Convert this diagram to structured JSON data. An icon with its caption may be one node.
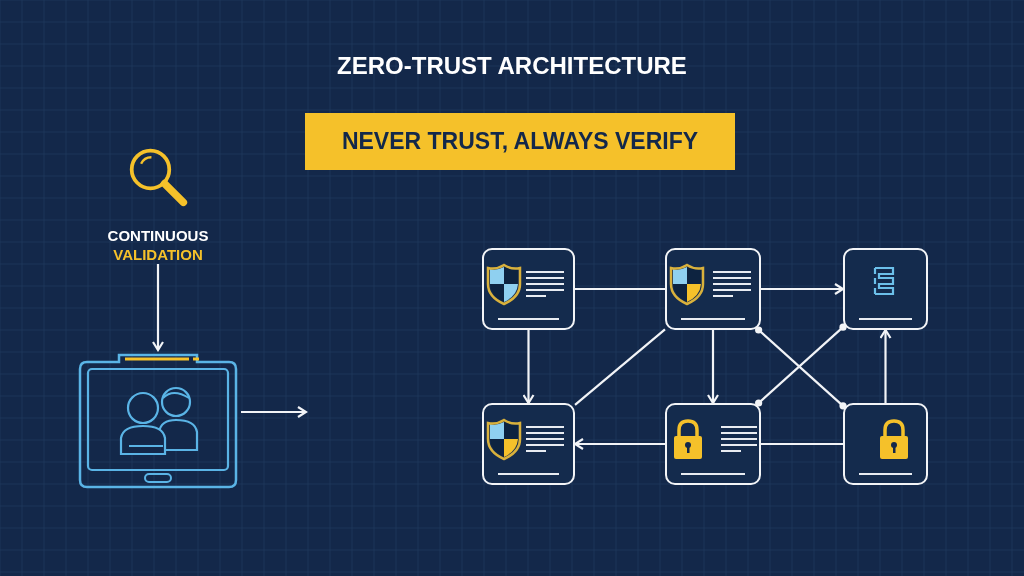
{
  "diagram": {
    "title": "ZERO-TRUST ARCHITECTURE",
    "nodes": [
      {
        "text": [
          "NEVER TRUST, ALWAYS VERIFY"
        ]
      },
      {
        "text": [
          "CONTINUOUS",
          "VALIDATION"
        ]
      },
      {
        "text": [],
        "shape": "picture"
      },
      {
        "text": [],
        "shape": "box"
      },
      {
        "text": [],
        "shape": "box"
      },
      {
        "text": [],
        "shape": "box"
      },
      {
        "text": [],
        "shape": "box"
      },
      {
        "text": [],
        "shape": "box"
      },
      {
        "text": [],
        "shape": "box"
      }
    ],
    "edges": [
      {
        "from": 1,
        "to": 2,
        "arrow": "to"
      },
      {
        "from": 2,
        "to": null,
        "arrow": "to"
      },
      {
        "from": 3,
        "to": 4,
        "arrow": "none"
      },
      {
        "from": 4,
        "to": 5,
        "arrow": "to"
      },
      {
        "from": 3,
        "to": 6,
        "arrow": "to"
      },
      {
        "from": 4,
        "to": 7,
        "arrow": "to"
      },
      {
        "from": 6,
        "to": 4,
        "arrow": "none"
      },
      {
        "from": 7,
        "to": 5,
        "arrow": "other"
      },
      {
        "from": 4,
        "to": 8,
        "arrow": "other"
      },
      {
        "from": 7,
        "to": 6,
        "arrow": "to"
      },
      {
        "from": 8,
        "to": 7,
        "arrow": "none"
      },
      {
        "from": 8,
        "to": 5,
        "arrow": "to"
      }
    ]
  }
}
